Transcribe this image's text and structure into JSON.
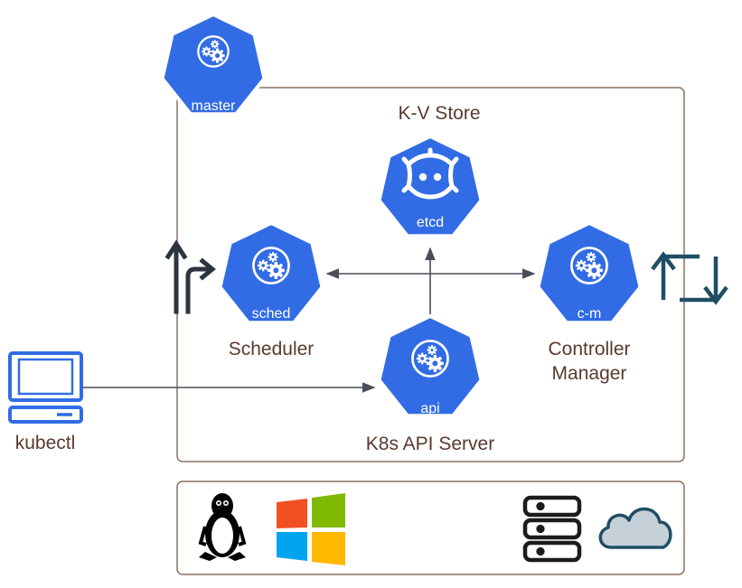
{
  "diagram": {
    "colors": {
      "k8s_blue": "#326ce5",
      "hex_border": "#ffffff",
      "frame_border": "#8a7060",
      "label_text": "#5a3a2e",
      "edge": "#4a4f57",
      "refresh_icon": "#1f4e63",
      "arrow_icon": "#2c3440"
    },
    "nodes": {
      "master": {
        "badge": "master",
        "icon": "gear-cluster-icon"
      },
      "etcd": {
        "badge": "etcd",
        "title": "K-V Store",
        "icon": "etcd-logo-icon"
      },
      "sched": {
        "badge": "sched",
        "title": "Scheduler",
        "icon": "gear-cluster-icon"
      },
      "cm": {
        "badge": "c-m",
        "title_line1": "Controller",
        "title_line2": "Manager",
        "icon": "gear-cluster-icon"
      },
      "api": {
        "badge": "api",
        "title": "K8s API Server",
        "icon": "gear-cluster-icon"
      },
      "kubectl": {
        "label": "kubectl",
        "icon": "computer-icon"
      }
    },
    "edges": [
      {
        "from": "api",
        "to": "etcd"
      },
      {
        "from": "api",
        "to": "sched"
      },
      {
        "from": "api",
        "to": "cm"
      },
      {
        "from": "kubectl",
        "to": "api"
      }
    ],
    "decorations": {
      "scheduler_side": "branch-arrows-icon",
      "controller_side": "refresh-loop-icon"
    },
    "infrastructure": {
      "items": [
        {
          "name": "linux-tux-icon"
        },
        {
          "name": "windows-logo-icon"
        },
        {
          "name": "server-rack-icon"
        },
        {
          "name": "cloud-icon"
        }
      ]
    }
  }
}
